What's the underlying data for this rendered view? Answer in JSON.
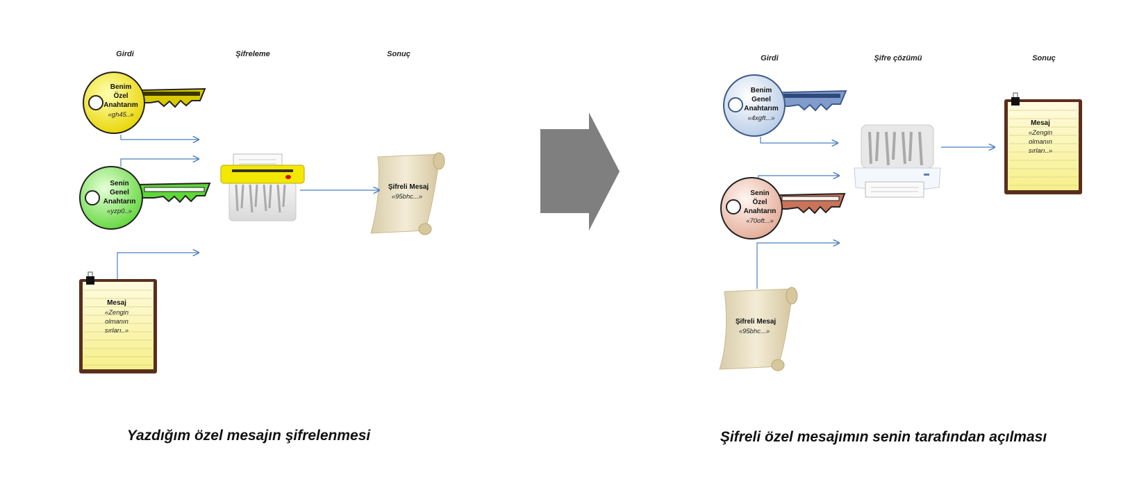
{
  "left_panel": {
    "headers": {
      "input": "Girdi",
      "process": "Şifreleme",
      "result": "Sonuç"
    },
    "private_key": {
      "title_lines": [
        "Benim",
        "Özel",
        "Anahtarım"
      ],
      "value": "«gh45..»",
      "color": "#f2e600"
    },
    "public_key": {
      "title_lines": [
        "Senin",
        "Genel",
        "Anahtarın"
      ],
      "value": "«yzp0..»",
      "color": "#7fe05a"
    },
    "message": {
      "title": "Mesaj",
      "lines": [
        "«Zengin",
        "olmanın",
        "sırları..»"
      ]
    },
    "encrypted": {
      "title": "Şifreli Mesaj",
      "value": "«95bhc...»"
    },
    "caption": "Yazdığım özel mesajın şifrelenmesi"
  },
  "right_panel": {
    "headers": {
      "input": "Girdi",
      "process": "Şifre çözümü",
      "result": "Sonuç"
    },
    "public_key": {
      "title_lines": [
        "Benim",
        "Genel",
        "Anahtarım"
      ],
      "value": "«4xgft...»",
      "color": "#b9cde8"
    },
    "private_key": {
      "title_lines": [
        "Senin",
        "Özel",
        "Anahtarın"
      ],
      "value": "«70oft...»",
      "color": "#e8b8a8"
    },
    "encrypted": {
      "title": "Şifreli Mesaj",
      "value": "«95bhc...»"
    },
    "message": {
      "title": "Mesaj",
      "lines": [
        "«Zengin",
        "olmanın",
        "sırları..»"
      ]
    },
    "caption": "Şifreli özel mesajımın senin tarafından açılması"
  },
  "colors": {
    "connector": "#4a7fc1",
    "big_arrow": "#7f7f7f",
    "notepad": "#fbf6b4",
    "scroll": "#e9dfc0"
  }
}
